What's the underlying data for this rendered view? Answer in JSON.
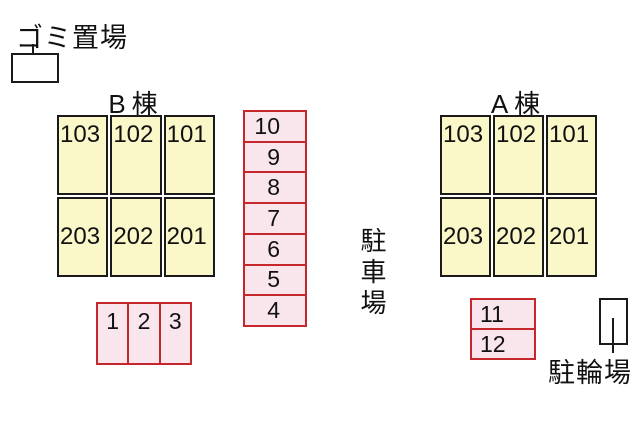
{
  "labels": {
    "trash_area": "ゴミ置場",
    "parking_lot": "駐車場",
    "bicycle_area": "駐輪場"
  },
  "colors": {
    "room_fill": "#FAF7C9",
    "room_border": "#1A1A1A",
    "parking_fill": "#F9E5EC",
    "parking_border": "#C5272D",
    "text": "#111111",
    "background": "#FFFFFF"
  },
  "building_b": {
    "title": "B棟",
    "rows": [
      [
        "103",
        "102",
        "101"
      ],
      [
        "203",
        "202",
        "201"
      ]
    ]
  },
  "building_a": {
    "title": "A棟",
    "rows": [
      [
        "103",
        "102",
        "101"
      ],
      [
        "203",
        "202",
        "201"
      ]
    ]
  },
  "parking_column": [
    "10",
    "9",
    "8",
    "7",
    "6",
    "5",
    "4"
  ],
  "parking_row": [
    "1",
    "2",
    "3"
  ],
  "parking_pair": [
    "11",
    "12"
  ]
}
